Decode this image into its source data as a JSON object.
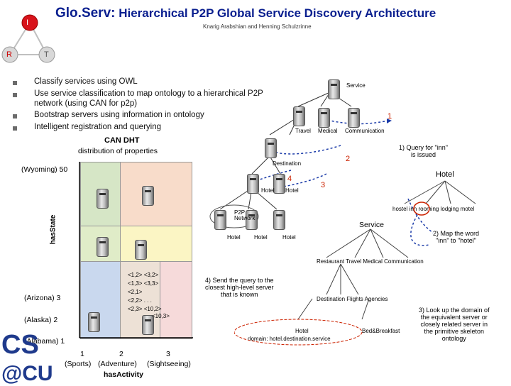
{
  "title": {
    "lead": "Glo.Serv:",
    "rest": "Hierarchical P2P Global Service Discovery Architecture"
  },
  "authors": "Knarig Arabshian and Henning Schulzrinne",
  "irt": {
    "i": "I",
    "r": "R",
    "t": "T"
  },
  "bullets": [
    "Classify services using OWL",
    "Use service classification to map ontology to a hierarchical P2P",
    "network (using CAN for p2p)",
    "Bootstrap servers using information in ontology",
    "Intelligent registration and querying"
  ],
  "can": {
    "title": "CAN DHT",
    "subtitle": "distribution of properties",
    "y_axis_label": "hasState",
    "x_axis_label": "hasActivity",
    "y_ticks": [
      {
        "label": "(Wyoming) 50"
      },
      {
        "label": "(Arizona)   3"
      },
      {
        "label": "(Alaska)   2"
      },
      {
        "label": "(Alabama) 1"
      }
    ],
    "x_ticks": [
      {
        "num": "1",
        "label": "(Sports)"
      },
      {
        "num": "2",
        "label": "(Adventure)"
      },
      {
        "num": "3",
        "label": "(Sightseeing)"
      }
    ],
    "coords": [
      "<1,2>  <3,2>",
      "<1,3>  <3,3>",
      "<2,1>",
      "<2,2>   . . .",
      "<2,3>  <10,2>",
      "<10,3>"
    ],
    "zone_colors": [
      "#d6e6c6",
      "#f8dcca",
      "#e0ecc8",
      "#fbf5c4",
      "#c9d8ee",
      "#ede1d6",
      "#f6dada"
    ]
  },
  "tree": {
    "service": "Service",
    "travel": "Travel",
    "medical": "Medical",
    "communication": "Communication",
    "destination": "Destination",
    "hotel": "Hotel",
    "p2p": "P2P\nNetwork",
    "hotel2": "Hotel",
    "hotel3": "Hotel",
    "hotel4": "Hotel",
    "hotel5": "Hotel"
  },
  "numbers": {
    "n1": "1",
    "n2": "2",
    "n3": "3",
    "n4": "4"
  },
  "annotations": {
    "query": "1) Query for \"inn\"\nis issued",
    "map": "2) Map the word\n\"inn\" to \"hotel\"",
    "lookup": "3) Look up the domain of\nthe equivalent server or\nclosely related server in\nthe primitive skeleton\nontology",
    "send": "4) Send the query to the\nclosest high-level server\nthat is known"
  },
  "ontology": {
    "hotel_big": "Hotel",
    "synonyms": "hostel  inn  rooming lodging motel",
    "service": "Service",
    "level1": "Restaurant Travel Medical Communication",
    "level2": "Destination Flights Agencies",
    "hotel_domain_1": "Hotel",
    "hotel_domain_2": "domain: hotel.destination.service",
    "bnb": "Bed&Breakfast"
  },
  "logo": {
    "line1": "CS",
    "line2": "@CU"
  },
  "colors": {
    "title": "#0a1f8f",
    "red": "#cc2200",
    "blue": "#1a3aa8"
  }
}
